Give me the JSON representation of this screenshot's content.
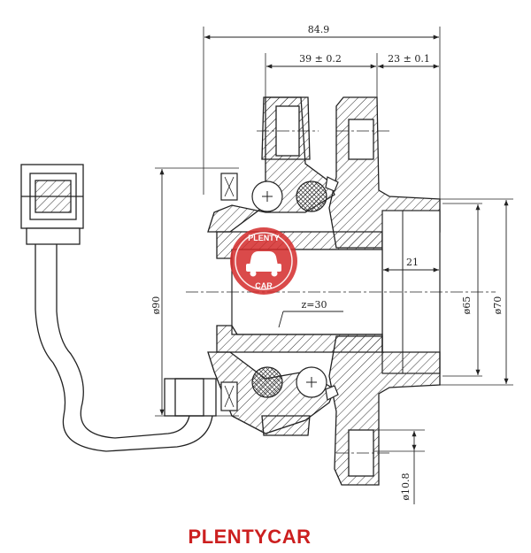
{
  "dimensions": {
    "overall_width": "84.9",
    "inner_width": "39 ± 0.2",
    "flange_width": "23 ± 0.1",
    "depth": "21",
    "splines": "z=30",
    "dia_outer": "ø90",
    "dia_bore": "ø65",
    "dia_pilot": "ø70",
    "dia_bolt": "ø10.8"
  },
  "watermark": {
    "top": "PLENTY",
    "bottom": "CAR"
  },
  "brand": "PLENTYCAR",
  "colors": {
    "brand": "#cc1f1f",
    "line": "#222222"
  }
}
